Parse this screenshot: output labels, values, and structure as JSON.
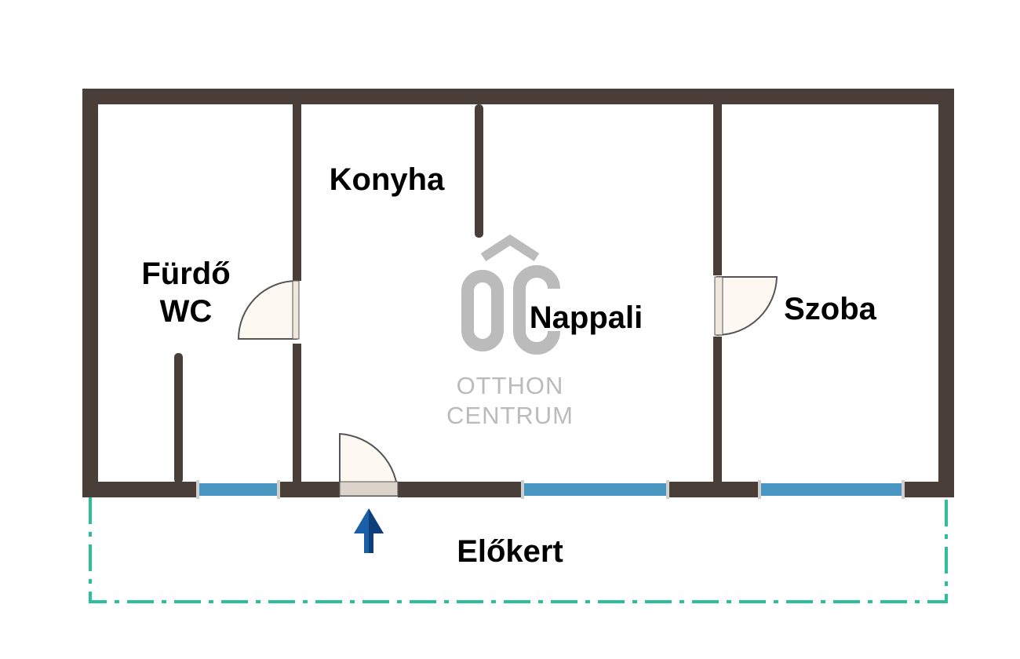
{
  "rooms": {
    "furdo_line1": "Fürdő",
    "furdo_line2": "WC",
    "konyha": "Konyha",
    "nappali": "Nappali",
    "szoba": "Szoba",
    "elokert": "Előkert"
  },
  "watermark": {
    "logo": "OC",
    "line1": "OTTHON",
    "line2": "CENTRUM"
  },
  "colors": {
    "wall": "#4a3f38",
    "window": "#4a96c2",
    "door_fill": "#fdf8f2",
    "door_stroke": "#555555",
    "garden_border": "#2dbf9b",
    "entrance_arrow": "#1b5fa8",
    "watermark": "#b8b8b8"
  },
  "icons": {
    "entrance": "arrow-up-icon"
  }
}
